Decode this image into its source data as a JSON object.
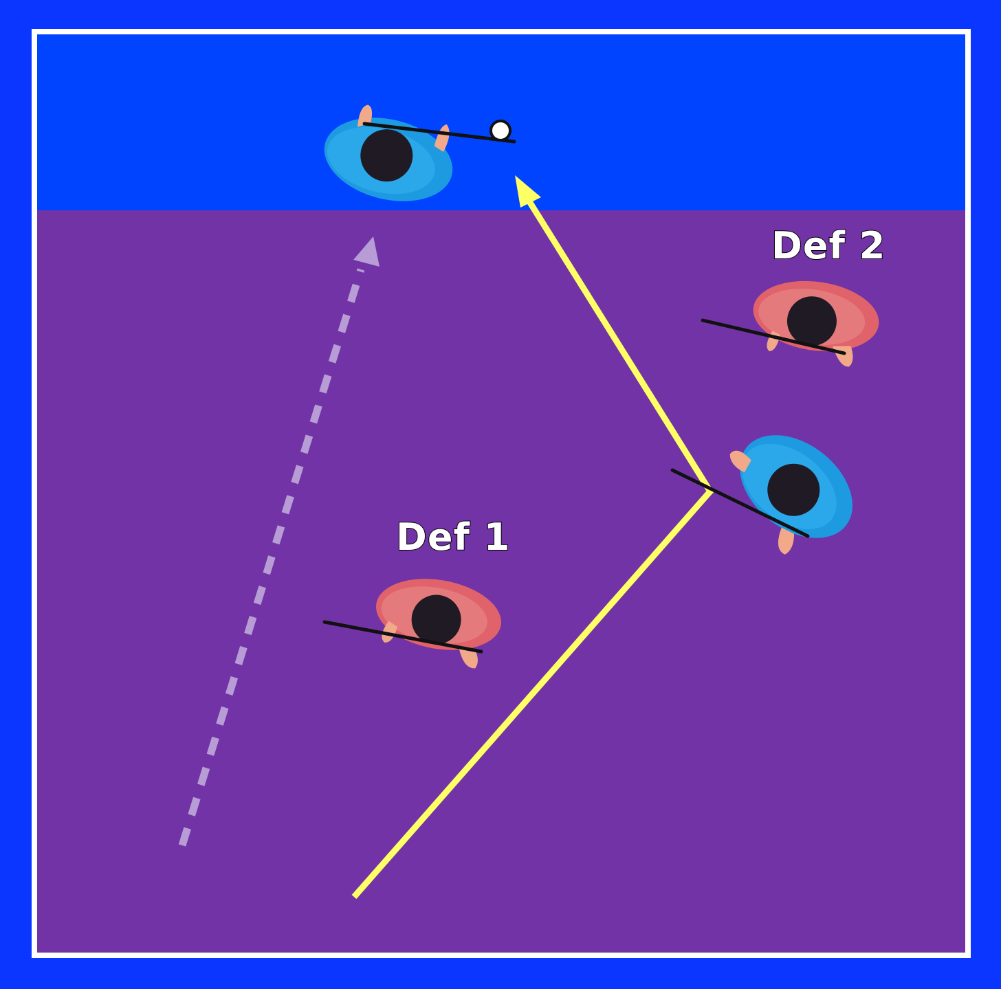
{
  "diagram": {
    "colors": {
      "outer_blue": "#0a36ff",
      "upper_zone_blue": "#0044ff",
      "field_purple": "#7133a6",
      "boundary_line": "#ffffff",
      "pass_line_yellow": "#ffff66",
      "run_line_lavender": "#b89cd6",
      "attacker_shirt": "#1e9be0",
      "defender_shirt": "#e0626a",
      "hair": "#201a24",
      "skin": "#f2a98a",
      "ball": "#ffffff",
      "stick": "#111111"
    },
    "labels": {
      "def1": "Def 1",
      "def2": "Def 2"
    },
    "players": [
      {
        "role": "attacker",
        "name": "attacker-with-ball",
        "color": "attacker_shirt"
      },
      {
        "role": "attacker",
        "name": "attacker-right",
        "color": "attacker_shirt"
      },
      {
        "role": "defender",
        "name": "defender-1",
        "color": "defender_shirt"
      },
      {
        "role": "defender",
        "name": "defender-2",
        "color": "defender_shirt"
      }
    ],
    "lines": [
      {
        "name": "pass-line",
        "style": "solid",
        "color": "pass_line_yellow"
      },
      {
        "name": "run-line",
        "style": "dashed",
        "color": "run_line_lavender"
      }
    ]
  }
}
